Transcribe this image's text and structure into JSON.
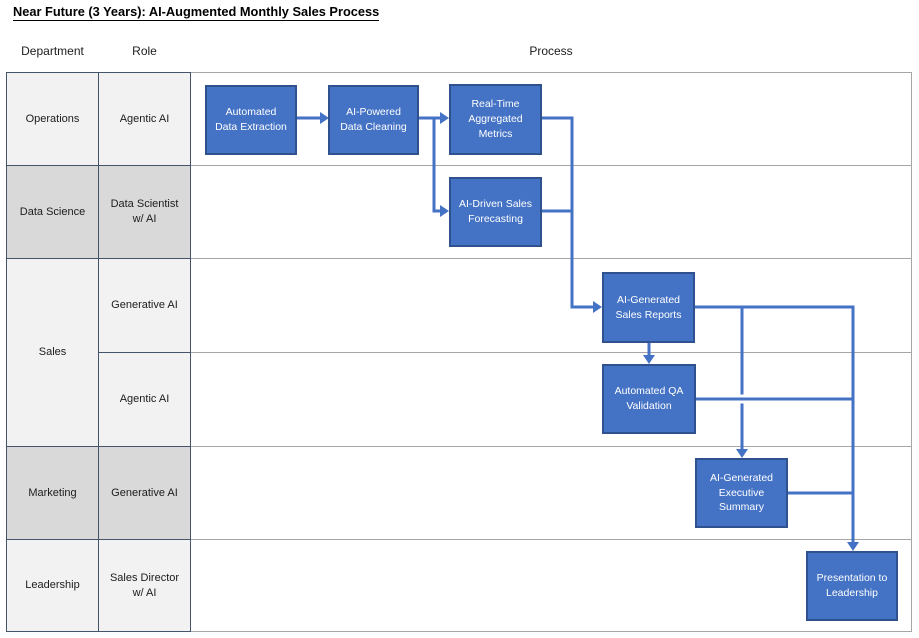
{
  "title": "Near Future (3 Years): AI-Augmented Monthly Sales Process",
  "column_headers": {
    "department": "Department",
    "role": "Role",
    "process": "Process"
  },
  "lanes": [
    {
      "department": "Operations",
      "role": "Agentic AI"
    },
    {
      "department": "Data Science",
      "role": "Data Scientist\nw/ AI"
    },
    {
      "department": "Sales",
      "role": "Generative AI"
    },
    {
      "department": "Sales",
      "role": "Agentic AI"
    },
    {
      "department": "Marketing",
      "role": "Generative AI"
    },
    {
      "department": "Leadership",
      "role": "Sales Director\nw/ AI"
    }
  ],
  "process_nodes": [
    {
      "label": "Automated\nData Extraction",
      "lane": "Operations / Agentic AI"
    },
    {
      "label": "AI-Powered\nData Cleaning",
      "lane": "Operations / Agentic AI"
    },
    {
      "label": "Real-Time\nAggregated\nMetrics",
      "lane": "Operations / Agentic AI"
    },
    {
      "label": "AI-Driven Sales\nForecasting",
      "lane": "Data Science / Data Scientist w/ AI"
    },
    {
      "label": "AI-Generated\nSales Reports",
      "lane": "Sales / Generative AI"
    },
    {
      "label": "Automated QA\nValidation",
      "lane": "Sales / Agentic AI"
    },
    {
      "label": "AI-Generated\nExecutive\nSummary",
      "lane": "Marketing / Generative AI"
    },
    {
      "label": "Presentation to\nLeadership",
      "lane": "Leadership / Sales Director w/ AI"
    }
  ],
  "flows": [
    [
      "Automated Data Extraction",
      "AI-Powered Data Cleaning"
    ],
    [
      "AI-Powered Data Cleaning",
      "Real-Time Aggregated Metrics"
    ],
    [
      "AI-Powered Data Cleaning",
      "AI-Driven Sales Forecasting"
    ],
    [
      "Real-Time Aggregated Metrics",
      "AI-Generated Sales Reports"
    ],
    [
      "AI-Driven Sales Forecasting",
      "AI-Generated Sales Reports"
    ],
    [
      "AI-Generated Sales Reports",
      "Automated QA Validation"
    ],
    [
      "AI-Generated Sales Reports",
      "AI-Generated Executive Summary"
    ],
    [
      "AI-Generated Sales Reports",
      "Presentation to Leadership"
    ],
    [
      "Automated QA Validation",
      "Presentation to Leadership"
    ],
    [
      "AI-Generated Executive Summary",
      "Presentation to Leadership"
    ]
  ],
  "colors": {
    "node_fill": "#4472C4",
    "node_border": "#2F528F",
    "connector": "#4472C4",
    "lane_border_dark": "#44546A",
    "grid_border_gray": "#A6A6A6",
    "cell_light": "#F2F2F2",
    "cell_dark": "#D9D9D9",
    "node_text": "#FFFFFF",
    "text_dark": "#1C1C1C"
  }
}
